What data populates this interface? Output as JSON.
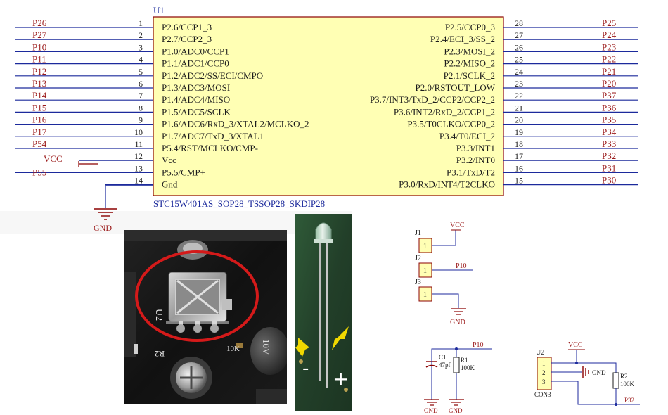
{
  "component": {
    "ref": "U1",
    "part": "STC15W401AS_SOP28_TSSOP28_SKDIP28",
    "left_pins": [
      {
        "num": "1",
        "name": "P2.6/CCP1_3",
        "net": "P26"
      },
      {
        "num": "2",
        "name": "P2.7/CCP2_3",
        "net": "P27"
      },
      {
        "num": "3",
        "name": "P1.0/ADC0/CCP1",
        "net": "P10"
      },
      {
        "num": "4",
        "name": "P1.1/ADC1/CCP0",
        "net": "P11"
      },
      {
        "num": "5",
        "name": "P1.2/ADC2/SS/ECI/CMPO",
        "net": "P12"
      },
      {
        "num": "6",
        "name": "P1.3/ADC3/MOSI",
        "net": "P13"
      },
      {
        "num": "7",
        "name": "P1.4/ADC4/MISO",
        "net": "P14"
      },
      {
        "num": "8",
        "name": "P1.5/ADC5/SCLK",
        "net": "P15"
      },
      {
        "num": "9",
        "name": "P1.6/ADC6/RxD_3/XTAL2/MCLKO_2",
        "net": "P16"
      },
      {
        "num": "10",
        "name": "P1.7/ADC7/TxD_3/XTAL1",
        "net": "P17"
      },
      {
        "num": "11",
        "name": "P5.4/RST/MCLKO/CMP-",
        "net": "P54"
      },
      {
        "num": "12",
        "name": "Vcc",
        "net": "VCC"
      },
      {
        "num": "13",
        "name": "P5.5/CMP+",
        "net": "P55"
      },
      {
        "num": "14",
        "name": "Gnd",
        "net": "GND"
      }
    ],
    "right_pins": [
      {
        "num": "28",
        "name": "P2.5/CCP0_3",
        "net": "P25"
      },
      {
        "num": "27",
        "name": "P2.4/ECI_3/SS_2",
        "net": "P24"
      },
      {
        "num": "26",
        "name": "P2.3/MOSI_2",
        "net": "P23"
      },
      {
        "num": "25",
        "name": "P2.2/MISO_2",
        "net": "P22"
      },
      {
        "num": "24",
        "name": "P2.1/SCLK_2",
        "net": "P21"
      },
      {
        "num": "23",
        "name": "P2.0/RSTOUT_LOW",
        "net": "P20"
      },
      {
        "num": "22",
        "name": "P3.7/INT3/TxD_2/CCP2/CCP2_2",
        "net": "P37"
      },
      {
        "num": "21",
        "name": "P3.6/INT2/RxD_2/CCP1_2",
        "net": "P36"
      },
      {
        "num": "20",
        "name": "P3.5/T0CLKO/CCP0_2",
        "net": "P35"
      },
      {
        "num": "19",
        "name": "P3.4/T0/ECI_2",
        "net": "P34"
      },
      {
        "num": "18",
        "name": "P3.3/INT1",
        "net": "P33"
      },
      {
        "num": "17",
        "name": "P3.2/INT0",
        "net": "P32"
      },
      {
        "num": "16",
        "name": "P3.1/TxD/T2",
        "net": "P31"
      },
      {
        "num": "15",
        "name": "P3.0/RxD/INT4/T2CLKO",
        "net": "P30"
      }
    ],
    "gnd_label": "GND"
  },
  "headers": {
    "j1": "J1",
    "j2": "J2",
    "j3": "J3",
    "pin": "1",
    "vcc": "VCC",
    "p10": "P10",
    "gnd": "GND"
  },
  "rc": {
    "net": "P10",
    "c_ref": "C1",
    "c_val": "47pf",
    "r_ref": "R1",
    "r_val": "100K",
    "gnd": "GND"
  },
  "u2": {
    "ref": "U2",
    "part": "CON3",
    "pins": [
      "1",
      "2",
      "3"
    ],
    "vcc": "VCC",
    "gnd": "GND",
    "r_ref": "R2",
    "r_val": "100K",
    "net": "P32"
  },
  "photo_board": {
    "silk_u2": "U2",
    "silk_10k": "10K",
    "silk_r2": "R2",
    "silk_cap": "10V"
  },
  "photo_led": {
    "minus": "-",
    "plus": "+"
  },
  "colors": {
    "chip_fill": "#ffffb4",
    "chip_stroke": "#8b0000",
    "net_wire": "#1c2a9c",
    "text_dark": "#1c1c1c",
    "label_red": "#9b1b1b",
    "highlight_ring": "#d41a1a",
    "arrow_yellow": "#f0d800"
  }
}
